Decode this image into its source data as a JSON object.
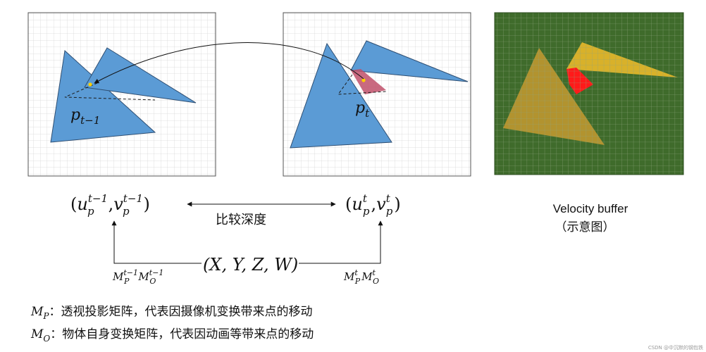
{
  "panels": {
    "prev_frame": {
      "point_label_base": "p",
      "point_label_sub": "t−1"
    },
    "curr_frame": {
      "point_label_base": "p",
      "point_label_sub": "t"
    },
    "velocity_buffer": {
      "title": "Velocity buffer",
      "subtitle": "（示意图）"
    }
  },
  "equations": {
    "uv_prev": {
      "open": "(",
      "u": "u",
      "sub_u": "p",
      "sup_u": "t−1",
      "comma": ",",
      "v": "v",
      "sub_v": "p",
      "sup_v": "t−1",
      "close": ")"
    },
    "uv_curr": {
      "open": "(",
      "u": "u",
      "sub_u": "p",
      "sup_u": "t",
      "comma": ",",
      "v": "v",
      "sub_v": "p",
      "sup_v": "t",
      "close": ")"
    },
    "compare_label": "比较深度",
    "xyzw": "(X, Y, Z, W)",
    "matrix_prev": {
      "m1": "M",
      "m1_sub": "P",
      "m1_sup": "t−1",
      "m2": "M",
      "m2_sub": "O",
      "m2_sup": "t−1"
    },
    "matrix_curr": {
      "m1": "M",
      "m1_sub": "P",
      "m1_sup": "t",
      "m2": "M",
      "m2_sub": "O",
      "m2_sup": "t"
    }
  },
  "notes": [
    {
      "sym": "M",
      "sub": "P",
      "text": "：透视投影矩阵，代表因摄像机变换带来点的移动"
    },
    {
      "sym": "M",
      "sub": "O",
      "text": "：物体自身变换矩阵，代表因动画等带来点的移动"
    }
  ],
  "watermark": "CSDN @中沉默的钢包铁",
  "colors": {
    "triangle_fill": "#5b9bd5",
    "triangle_stroke": "#2e4e72",
    "highlight": "#c0506a",
    "point": "#ffd000",
    "velocity_bg": "#3f6b2b",
    "velocity_tri": "#b8962f",
    "velocity_tri2": "#e0b52a",
    "velocity_red": "#ff1a1a"
  }
}
